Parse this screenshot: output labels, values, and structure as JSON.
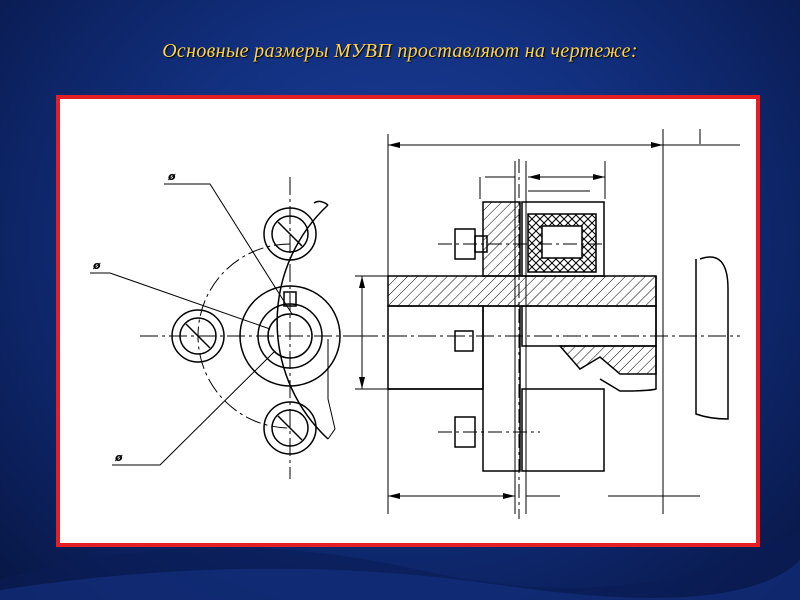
{
  "slide": {
    "title": "Основные размеры МУВП проставляют на чертеже:"
  },
  "drawing": {
    "diameter_marks": [
      "ø",
      "ø",
      "ø"
    ]
  },
  "colors": {
    "background": "#12307f",
    "title": "#ffd24a",
    "frame_border": "#e31e24",
    "drawing_bg": "#ffffff"
  }
}
